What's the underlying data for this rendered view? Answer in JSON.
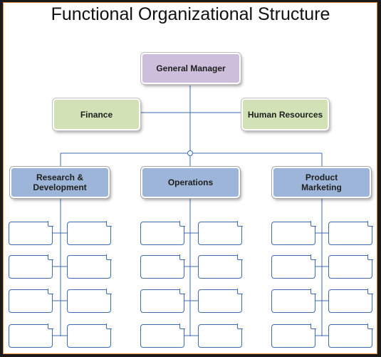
{
  "title": "Functional Organizational Structure",
  "top": {
    "label": "General Manager"
  },
  "staff": [
    {
      "label": "Finance"
    },
    {
      "label": "Human Resources"
    }
  ],
  "departments": [
    {
      "label": "Research & Development"
    },
    {
      "label": "Operations"
    },
    {
      "label": "Product Marketing"
    }
  ],
  "empty_positions_per_department": 8,
  "colors": {
    "frame_border": "#e58a2e",
    "top_fill": "#cdbfdc",
    "staff_fill": "#d3e2b6",
    "department_fill": "#9db5d8",
    "connector": "#3d6bb3"
  }
}
